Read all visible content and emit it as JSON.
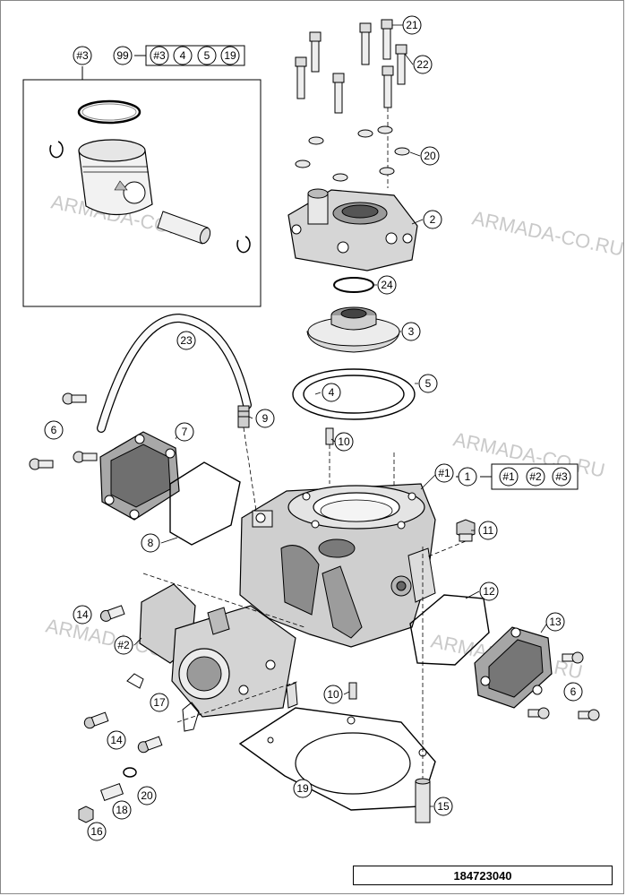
{
  "diagram": {
    "reference_number": "184723040",
    "watermark_text": "ARMADA-CO.RU",
    "colors": {
      "line": "#000000",
      "part_fill": "#d9d9d9",
      "part_dark": "#6e6e6e",
      "part_light": "#efefef",
      "watermark": "#b8b8b8"
    },
    "kit_groups": [
      {
        "id": "kit-99",
        "label": "99",
        "members": [
          "#3",
          "4",
          "5",
          "19"
        ]
      },
      {
        "id": "kit-1",
        "label": "1",
        "members": [
          "#1",
          "#2",
          "#3"
        ]
      }
    ],
    "callouts": [
      "#3",
      "21",
      "22",
      "20",
      "2",
      "24",
      "3",
      "23",
      "5",
      "4",
      "9",
      "6",
      "7",
      "10",
      "#1",
      "11",
      "8",
      "12",
      "14",
      "#2",
      "13",
      "17",
      "6",
      "10",
      "14",
      "19",
      "20",
      "15",
      "18",
      "16"
    ]
  }
}
